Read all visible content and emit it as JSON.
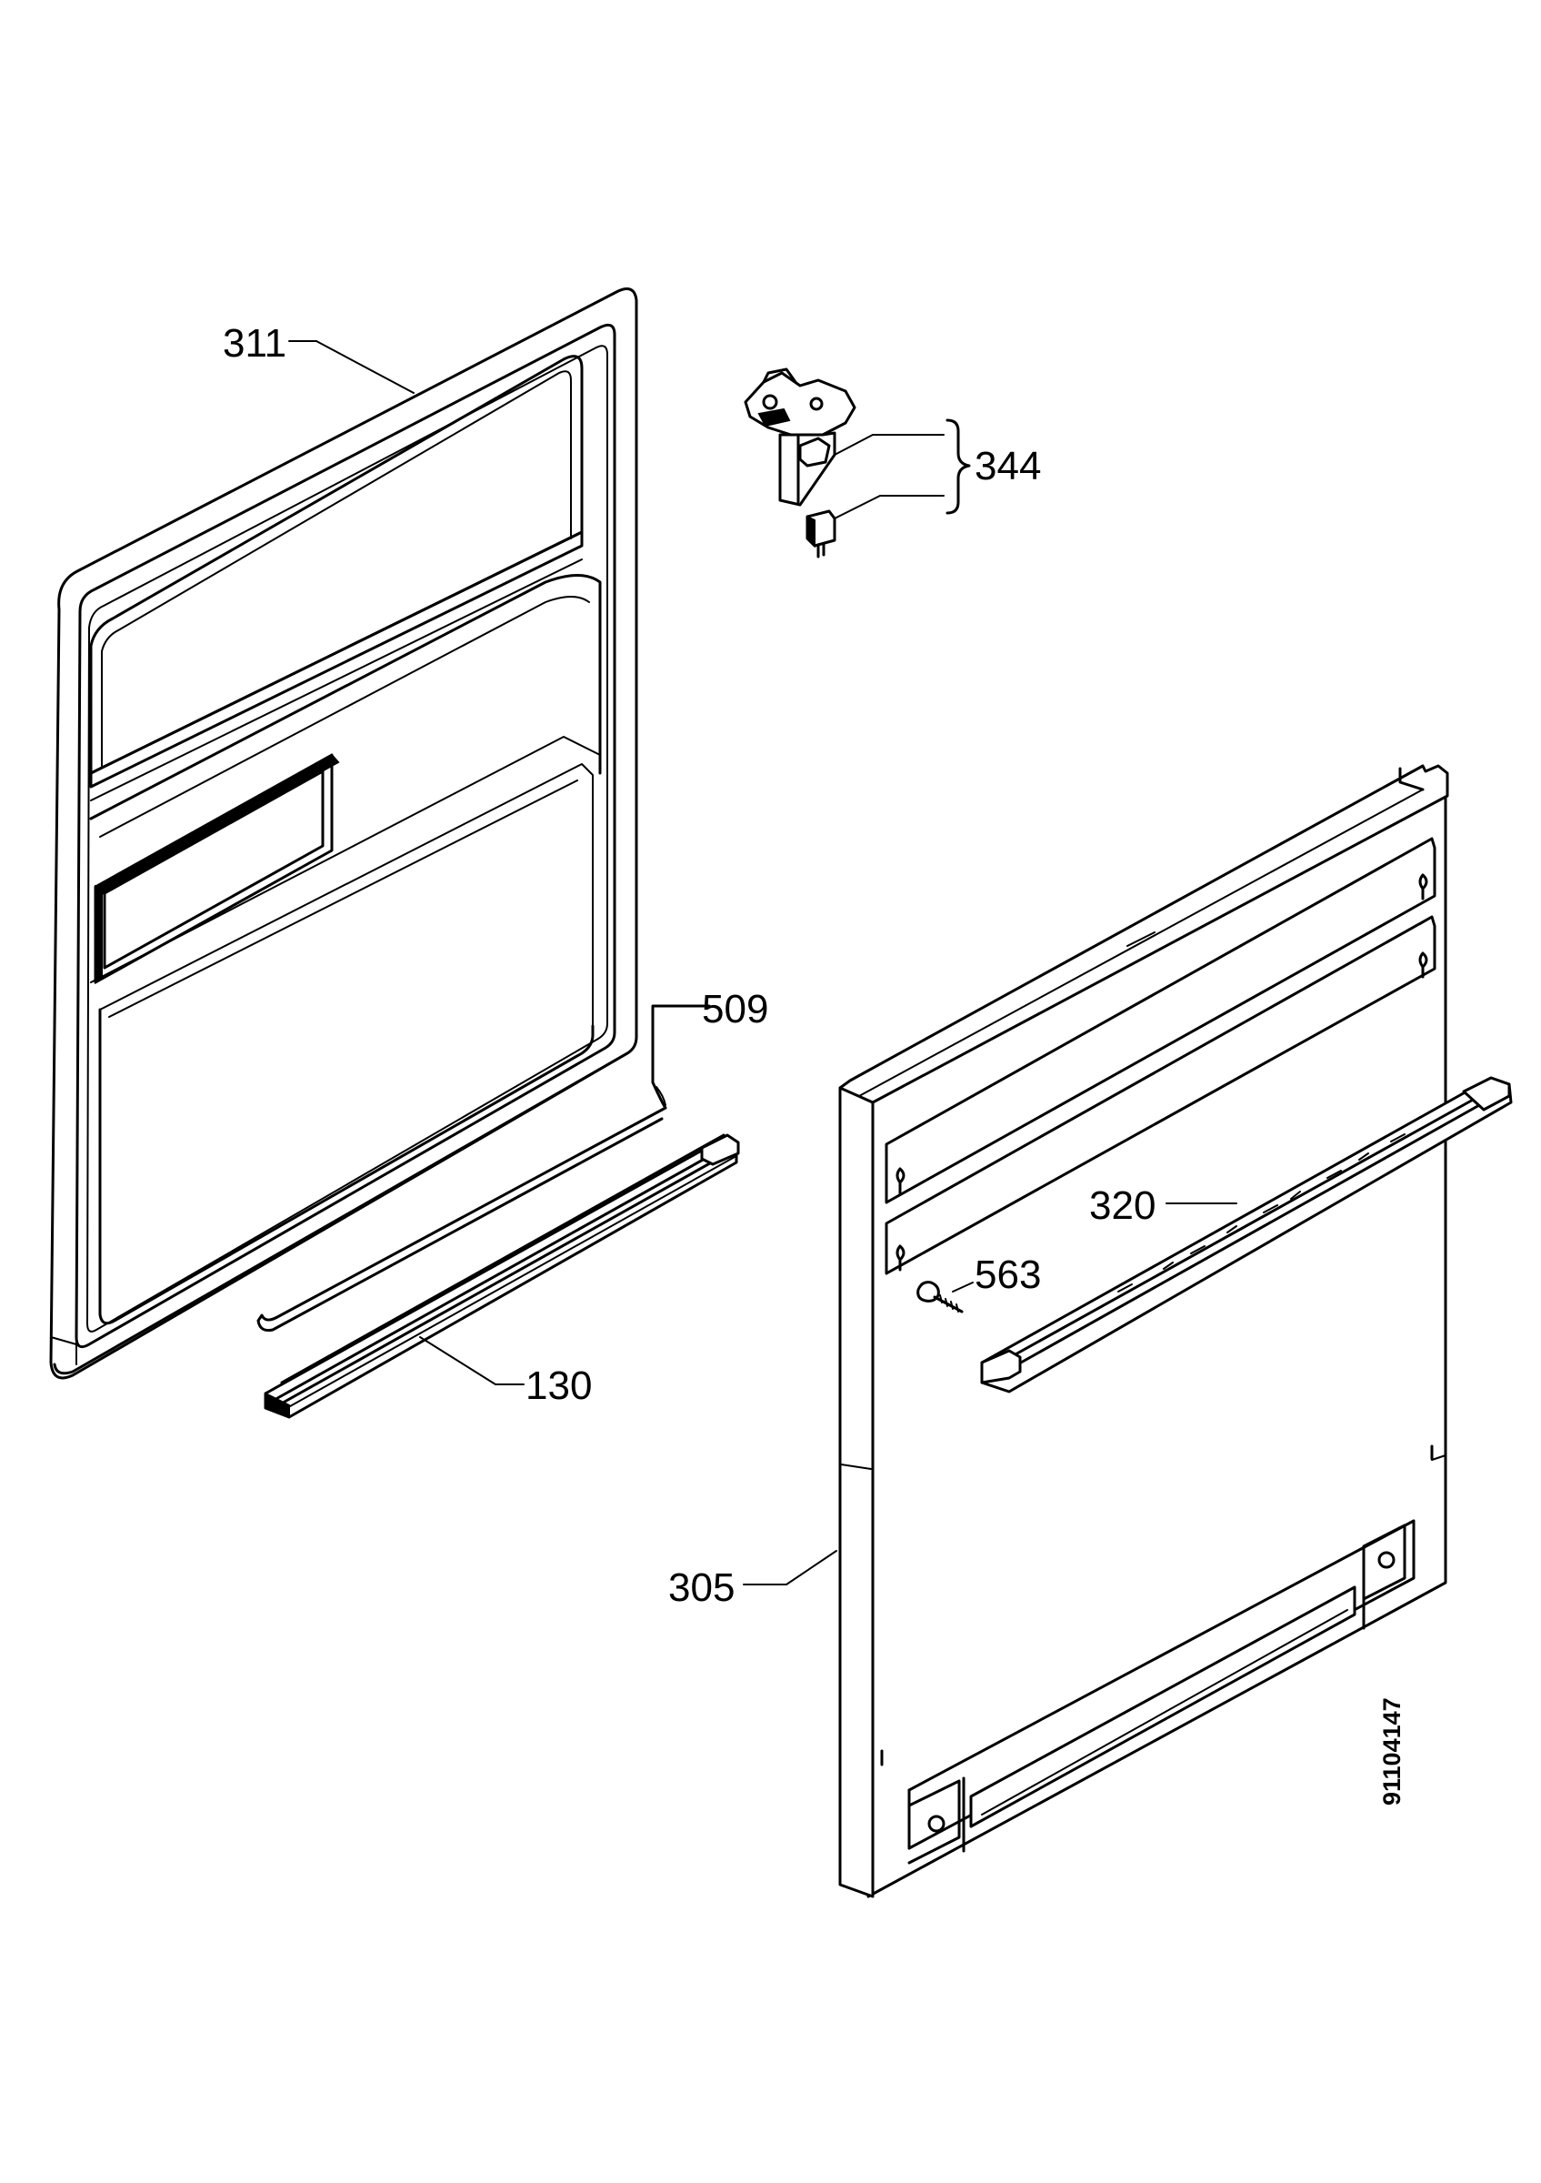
{
  "diagram": {
    "drawing_number": "91104147",
    "parts": [
      {
        "id": "311"
      },
      {
        "id": "344"
      },
      {
        "id": "509"
      },
      {
        "id": "130"
      },
      {
        "id": "320"
      },
      {
        "id": "563"
      },
      {
        "id": "305"
      }
    ]
  }
}
